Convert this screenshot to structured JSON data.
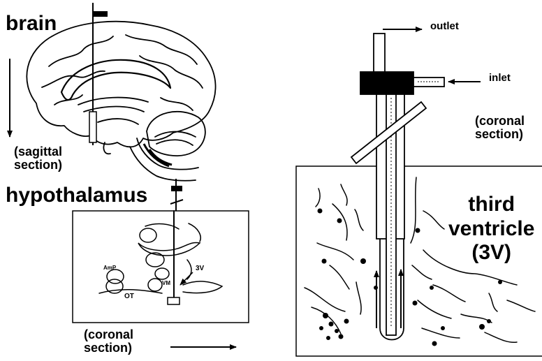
{
  "labels": {
    "brain": "brain",
    "sagittal_section": "(sagittal\nsection)",
    "hypothalamus": "hypothalamus",
    "coronal_section_bottom": "(coronal\nsection)",
    "outlet": "outlet",
    "inlet": "inlet",
    "coronal_section_right": "(coronal\nsection)",
    "third_ventricle": "third\nventricle\n(3V)",
    "inset_3v": "3V",
    "inset_ot": "OT",
    "inset_amp": "AmP",
    "inset_vm": "VM"
  },
  "colors": {
    "ink": "#000000",
    "paper": "#ffffff"
  }
}
